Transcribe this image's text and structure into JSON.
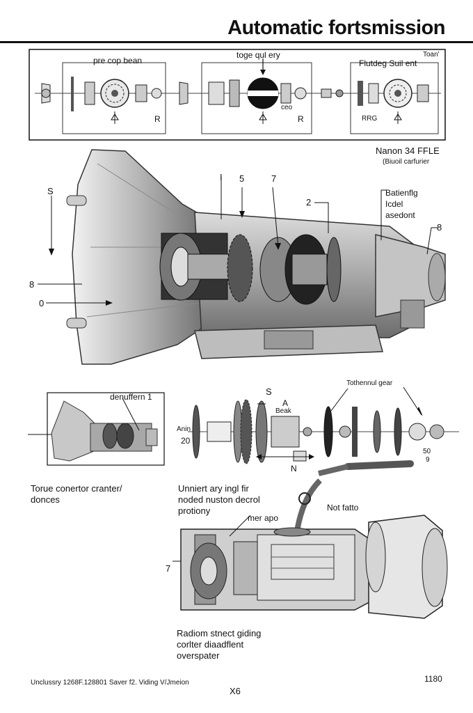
{
  "header": {
    "title": "Automatic fortsmission"
  },
  "top_panel": {
    "labels": {
      "left_sub": "pre cop bean",
      "center_top": "toge qul ery",
      "right_sub": "Flutdeg Suil ent",
      "top_right": "Toan'",
      "r_left": "R",
      "r_center": "R",
      "small_center": "ceo",
      "small_right": "RRG"
    }
  },
  "main_figure": {
    "model": "Nanon 34 FFLE",
    "model_sub": "(Biuoil carfurier",
    "callouts": {
      "s_left": "S",
      "num_1": "I",
      "num_5": "5",
      "num_7": "7",
      "num_2": "2",
      "right_label_line1": "Batienflg",
      "right_label_line2": "Icdel",
      "right_label_line3": "asedont",
      "num_8_right": "8",
      "num_8_left": "8",
      "num_0": "0"
    }
  },
  "lower_left": {
    "box_label": "denuffern 1",
    "caption_line1": "Torue conertor cranter/",
    "caption_line2": "donces"
  },
  "lower_exploded": {
    "s_label": "S",
    "gear_label": "Tothennul gear",
    "a_label": "A",
    "a_sub": "Beak",
    "anin_label": "Anin",
    "num_20": "20",
    "n_label": "N",
    "num_50": "50",
    "num_9": "9"
  },
  "bottom_center": {
    "caption_line1": "Unniert ary ingl fir",
    "caption_line2": "noded nuston decrol",
    "caption_line3": "protiony",
    "mer_label": "mer apo",
    "not_label": "Not fatto",
    "num_7": "7",
    "bottom_caption_line1": "Radiom stnect giding",
    "bottom_caption_line2": "corlter diaadflent",
    "bottom_caption_line3": "overspater"
  },
  "footer": {
    "left_text": "Unclussry 1268F.128801 Saver f2. Viding V/Jmeion",
    "page_num": "X6",
    "right_num": "1180"
  }
}
